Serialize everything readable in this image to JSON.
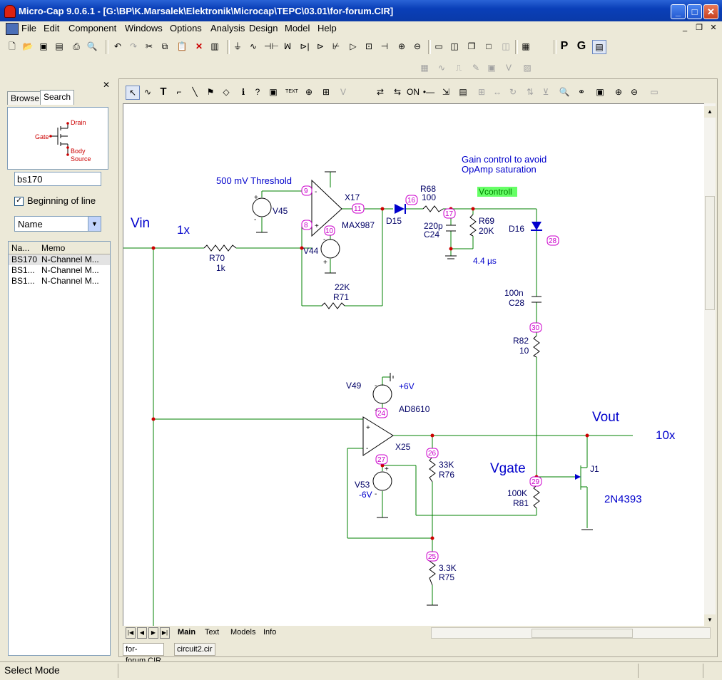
{
  "window": {
    "title": "Micro-Cap 9.0.6.1 - [G:\\BP\\K.Marsalek\\Elektronik\\Microcap\\TEPC\\03.01\\for-forum.CIR]"
  },
  "menu": [
    "File",
    "Edit",
    "Component",
    "Windows",
    "Options",
    "Analysis",
    "Design",
    "Model",
    "Help"
  ],
  "toolbar_right": {
    "p": "P",
    "g": "G"
  },
  "sidebar": {
    "tabs": [
      "Browse",
      "Search"
    ],
    "preview": {
      "drain": "Drain",
      "gate": "Gate",
      "body": "Body",
      "source": "Source"
    },
    "search_value": "bs170",
    "checkbox_label": "Beginning of line",
    "sort_select": "Name",
    "columns": [
      "Na...",
      "Memo"
    ],
    "rows": [
      {
        "name": "BS170",
        "memo": "N-Channel M..."
      },
      {
        "name": "BS1...",
        "memo": "N-Channel M..."
      },
      {
        "name": "BS1...",
        "memo": "N-Channel M..."
      }
    ]
  },
  "schematic": {
    "labels": {
      "vin": "Vin",
      "gain1": "1x",
      "vout": "Vout",
      "gain10": "10x",
      "vgate": "Vgate",
      "threshold": "500 mV Threshold",
      "gain_ctrl1": "Gain control to avoid",
      "gain_ctrl2": "OpAmp saturation",
      "vcontroll": "Vcontroll",
      "tau": "4.4 µs",
      "v49_val": "+6V",
      "v53_val": "-6V",
      "jfet_model": "2N4393"
    },
    "parts": {
      "r70": "R70",
      "r70v": "1k",
      "r71": "R71",
      "r71v": "22K",
      "v45": "V45",
      "v44": "V44",
      "x17": "X17",
      "max987": "MAX987",
      "d15": "D15",
      "r68": "R68",
      "r68v": "100",
      "r69": "R69",
      "r69v": "20K",
      "c24": "C24",
      "c24v": "220p",
      "d16": "D16",
      "c28": "C28",
      "c28v": "100n",
      "r82": "R82",
      "r82v": "10",
      "v49": "V49",
      "ad8610": "AD8610",
      "x25": "X25",
      "v53": "V53",
      "r76": "R76",
      "r76v": "33K",
      "r81": "R81",
      "r81v": "100K",
      "r75": "R75",
      "r75v": "3.3K",
      "j1": "J1"
    },
    "nodes": [
      "9",
      "8",
      "10",
      "11",
      "16",
      "17",
      "28",
      "30",
      "24",
      "27",
      "26",
      "29",
      "25"
    ]
  },
  "sheet_tabs": [
    "Main",
    "Text",
    "Models",
    "Info"
  ],
  "file_tabs": [
    "for-forum.CIR",
    "circuit2.cir"
  ],
  "status": {
    "mode": "Select Mode"
  }
}
